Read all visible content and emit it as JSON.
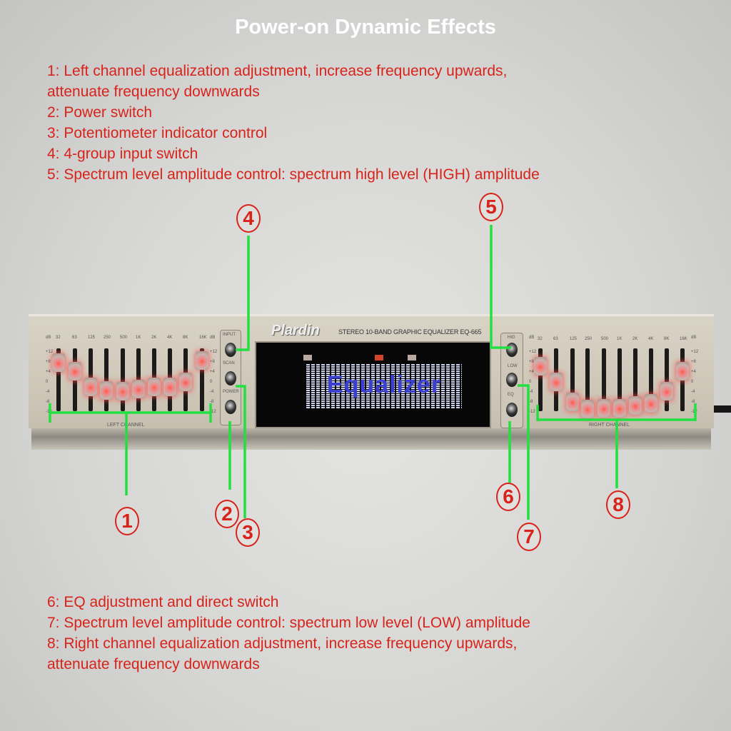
{
  "title": "Power-on Dynamic Effects",
  "notes_top": [
    "1: Left channel equalization adjustment, increase frequency upwards,",
    "   attenuate frequency downwards",
    "2: Power switch",
    "3: Potentiometer indicator control",
    "4: 4-group input switch",
    "5: Spectrum level amplitude control: spectrum high level (HIGH) amplitude"
  ],
  "notes_bottom": [
    "6: EQ adjustment and direct switch",
    "7: Spectrum level amplitude control: spectrum low level (LOW) amplitude",
    "8: Right channel equalization adjustment, increase frequency upwards,",
    "   attenuate frequency downwards"
  ],
  "device": {
    "brand": "Plardin",
    "model": "STEREO 10-BAND GRAPHIC EQUALIZER EQ-665",
    "display_text": "Equalizer",
    "left_channel": "LEFT CHANNEL",
    "right_channel": "RIGHT CHANNEL",
    "db": "dB",
    "bands": [
      "32",
      "63",
      "125",
      "250",
      "500",
      "1K",
      "2K",
      "4K",
      "8K",
      "16K"
    ],
    "scale": [
      "+12",
      "+8",
      "+4",
      "0",
      "-4",
      "-8",
      "-12"
    ],
    "left_buttons": [
      "INPUT",
      "SCAN",
      "POWER"
    ],
    "right_buttons": [
      "HIG",
      "LOW",
      "EQ"
    ]
  },
  "callouts": [
    "1",
    "2",
    "3",
    "4",
    "5",
    "6",
    "7",
    "8"
  ],
  "colors": {
    "text": "#d8231b",
    "line": "#22e040"
  }
}
